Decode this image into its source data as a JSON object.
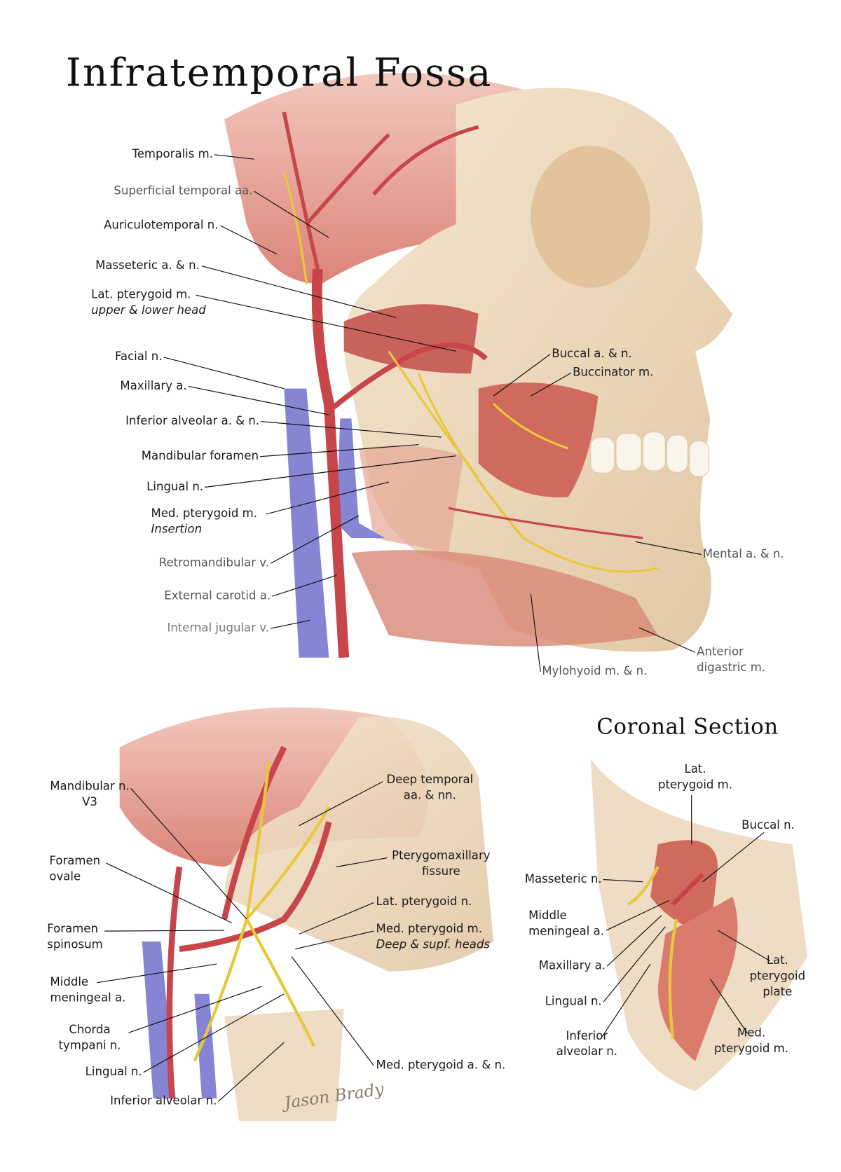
{
  "title": "Infratemporal Fossa",
  "coronal_title": "Coronal Section",
  "signature": "Jason Brady",
  "main_view": {
    "temporalis": "Temporalis m.",
    "sup_temporal": "Superficial temporal aa.",
    "auriculotemporal": "Auriculotemporal n.",
    "masseteric": "Masseteric a. & n.",
    "lat_pterygoid": "Lat. pterygoid m.",
    "lat_pterygoid_sub": "upper & lower head",
    "facial": "Facial n.",
    "maxillary": "Maxillary a.",
    "inf_alveolar": "Inferior alveolar a. & n.",
    "mand_foramen": "Mandibular foramen",
    "lingual": "Lingual n.",
    "med_pterygoid": "Med. pterygoid m.",
    "med_pterygoid_sub": "Insertion",
    "retromandibular": "Retromandibular v.",
    "ext_carotid": "External carotid a.",
    "int_jugular": "Internal jugular v.",
    "buccal": "Buccal a. & n.",
    "buccinator": "Buccinator m.",
    "mental": "Mental a. & n.",
    "ant_digastric_1": "Anterior",
    "ant_digastric_2": "digastric m.",
    "mylohyoid": "Mylohyoid m. & n."
  },
  "deep_view": {
    "mandibular_1": "Mandibular n.",
    "mandibular_2": "V3",
    "deep_temporal_1": "Deep temporal",
    "deep_temporal_2": "aa. & nn.",
    "foramen_ovale_1": "Foramen",
    "foramen_ovale_2": "ovale",
    "pterygomax_1": "Pterygomaxillary",
    "pterygomax_2": "fissure",
    "lat_pterygoid_n": "Lat. pterygoid n.",
    "foramen_spinosum_1": "Foramen",
    "foramen_spinosum_2": "spinosum",
    "med_pterygoid_m": "Med. pterygoid m.",
    "med_pterygoid_m_sub": "Deep & supf. heads",
    "middle_meningeal_1": "Middle",
    "middle_meningeal_2": "meningeal a.",
    "chorda_1": "Chorda",
    "chorda_2": "tympani n.",
    "lingual": "Lingual n.",
    "inf_alveolar": "Inferior alveolar n.",
    "med_pterygoid_an": "Med. pterygoid a. & n."
  },
  "coronal": {
    "lat_pterygoid_1": "Lat.",
    "lat_pterygoid_2": "pterygoid m.",
    "buccal": "Buccal n.",
    "masseteric": "Masseteric n.",
    "middle_meningeal_1": "Middle",
    "middle_meningeal_2": "meningeal a.",
    "maxillary": "Maxillary a.",
    "lingual": "Lingual n.",
    "lat_plate_1": "Lat.",
    "lat_plate_2": "pterygoid",
    "lat_plate_3": "plate",
    "inf_alveolar_1": "Inferior",
    "inf_alveolar_2": "alveolar n.",
    "med_pterygoid_1": "Med.",
    "med_pterygoid_2": "pterygoid m."
  },
  "colors": {
    "muscle": "#d9796a",
    "bone": "#efdcc0",
    "artery": "#c8454a",
    "vein": "#7f7fd0",
    "nerve": "#e8c83a"
  }
}
